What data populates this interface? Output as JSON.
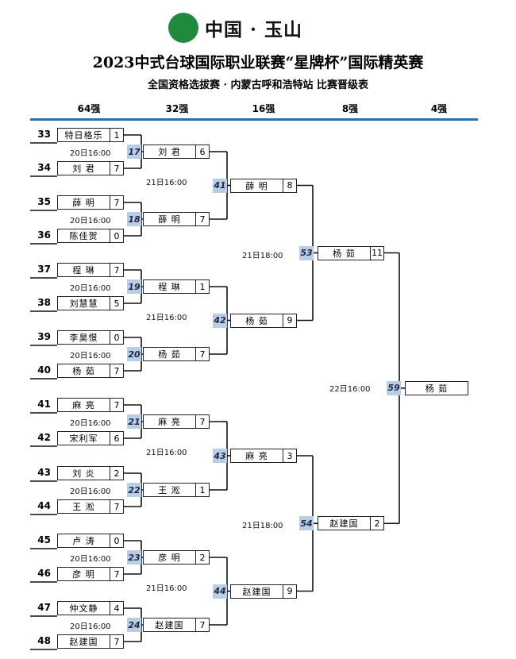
{
  "header": {
    "logo_text": "中国 · 玉山",
    "title": "2023中式台球国际职业联赛“星牌杯”国际精英赛",
    "subtitle": "全国资格选拔赛 · 内蒙古呼和浩特站 比赛晋级表"
  },
  "rounds": [
    "64强",
    "32强",
    "16强",
    "8强",
    "4强"
  ],
  "r64": [
    {
      "seed": "33",
      "name": "特日格乐",
      "score": "1"
    },
    {
      "seed": "34",
      "name": "刘  君",
      "score": "7"
    },
    {
      "seed": "35",
      "name": "薛  明",
      "score": "7"
    },
    {
      "seed": "36",
      "name": "陈佳贺",
      "score": "0"
    },
    {
      "seed": "37",
      "name": "程  琳",
      "score": "7"
    },
    {
      "seed": "38",
      "name": "刘慧慧",
      "score": "5"
    },
    {
      "seed": "39",
      "name": "李昊憬",
      "score": "0"
    },
    {
      "seed": "40",
      "name": "杨  茹",
      "score": "7"
    },
    {
      "seed": "41",
      "name": "麻  亮",
      "score": "7"
    },
    {
      "seed": "42",
      "name": "宋利军",
      "score": "6"
    },
    {
      "seed": "43",
      "name": "刘  炎",
      "score": "2"
    },
    {
      "seed": "44",
      "name": "王  淞",
      "score": "7"
    },
    {
      "seed": "45",
      "name": "卢  涛",
      "score": "0"
    },
    {
      "seed": "46",
      "name": "彦  明",
      "score": "7"
    },
    {
      "seed": "47",
      "name": "仲文静",
      "score": "4"
    },
    {
      "seed": "48",
      "name": "赵建国",
      "score": "7"
    }
  ],
  "r64_times": [
    "20日16:00",
    "20日16:00",
    "20日16:00",
    "20日16:00",
    "20日16:00",
    "20日16:00",
    "20日16:00",
    "20日16:00"
  ],
  "r32_matches": [
    "17",
    "18",
    "19",
    "20",
    "21",
    "22",
    "23",
    "24"
  ],
  "r32": [
    {
      "name": "刘  君",
      "score": "6"
    },
    {
      "name": "薛  明",
      "score": "7"
    },
    {
      "name": "程  琳",
      "score": "1"
    },
    {
      "name": "杨  茹",
      "score": "7"
    },
    {
      "name": "麻  亮",
      "score": "7"
    },
    {
      "name": "王  淞",
      "score": "1"
    },
    {
      "name": "彦  明",
      "score": "2"
    },
    {
      "name": "赵建国",
      "score": "7"
    }
  ],
  "r32_times": [
    "21日16:00",
    "21日16:00",
    "21日16:00",
    "21日16:00"
  ],
  "r16_matches": [
    "41",
    "42",
    "43",
    "44"
  ],
  "r16": [
    {
      "name": "薛  明",
      "score": "8"
    },
    {
      "name": "杨  茹",
      "score": "9"
    },
    {
      "name": "麻  亮",
      "score": "3"
    },
    {
      "name": "赵建国",
      "score": "9"
    }
  ],
  "r16_times": [
    "21日18:00",
    "21日18:00"
  ],
  "r8_matches": [
    "53",
    "54"
  ],
  "r8": [
    {
      "name": "杨  茹",
      "score": "11"
    },
    {
      "name": "赵建国",
      "score": "2"
    }
  ],
  "r4_time": "22日16:00",
  "r4_match": "59",
  "r4": {
    "name": "杨  茹"
  }
}
